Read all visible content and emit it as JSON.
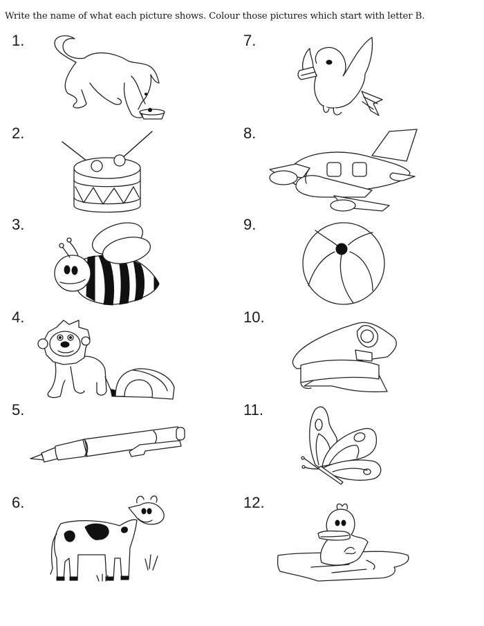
{
  "worksheet": {
    "instruction": "Write the name of what each picture shows. Colour those pictures which start with letter B.",
    "items": [
      {
        "number": "1.",
        "picture": "dog-drinking-from-bowl-icon"
      },
      {
        "number": "2.",
        "picture": "drum-icon"
      },
      {
        "number": "3.",
        "picture": "bee-icon"
      },
      {
        "number": "4.",
        "picture": "lion-with-cave-icon"
      },
      {
        "number": "5.",
        "picture": "pen-icon"
      },
      {
        "number": "6.",
        "picture": "cow-icon"
      },
      {
        "number": "7.",
        "picture": "bird-icon"
      },
      {
        "number": "8.",
        "picture": "aeroplane-icon"
      },
      {
        "number": "9.",
        "picture": "ball-icon"
      },
      {
        "number": "10.",
        "picture": "cap-icon"
      },
      {
        "number": "11.",
        "picture": "butterfly-icon"
      },
      {
        "number": "12.",
        "picture": "duck-icon"
      }
    ]
  }
}
